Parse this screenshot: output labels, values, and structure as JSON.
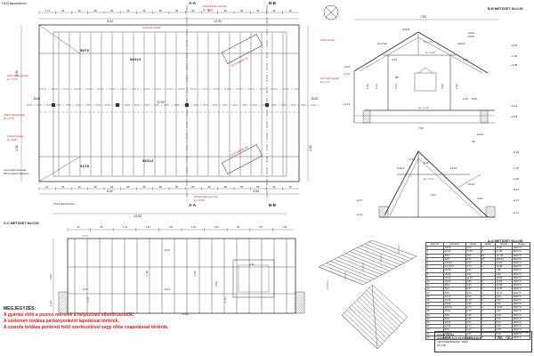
{
  "plan": {
    "top_label_left": "15/15 talpszelemen",
    "section_a": "A-A",
    "section_b": "B-B",
    "section_c": "C-C",
    "top_dims": [
      "17.5",
      "95",
      "95",
      "95",
      "95",
      "85",
      "85",
      "85",
      "85",
      "85",
      "85",
      "85",
      "85",
      "85",
      "95",
      "95"
    ],
    "top_dim_total": "8.52",
    "top_dim_right": "12.92",
    "dim_inner": "12.92",
    "tag_top_left": "59/76",
    "tag_top_mid": "94/114",
    "tag_bottom_left": "51/78",
    "tag_bottom_mid": "94/114",
    "szelemen_top": "szelemen toldás",
    "tokajbol": "18/28 kiváltó gerenda",
    "tokaj_elev": "áv.:+5,04",
    "note_left1": "12/12 talpszelemen",
    "note_left1b": "áv.:+7,00",
    "note_left2": "2x5/13 tartófogópár",
    "note_left2b": "áv.:+7,00",
    "note_left3": "2x5/13 fogópár",
    "note_left3b": "áv.:+5,87",
    "note_right1": "15/15 oszlop",
    "note_right2": "2x7,5/13 fogópár",
    "note_right2b": "áv.:+7,0",
    "kiv_label1": "TETŐSÍKABLAK",
    "kiv_label2": "TETŐSÍKABLAK",
    "bottom_note1": "megnyújtott meneteke",
    "bottom_note2": "300 cm kézőr elhelyezve",
    "bottom_dims": [
      "24",
      "95",
      "95",
      "95",
      "95",
      "85",
      "85",
      "85",
      "85",
      "85",
      "85",
      "85",
      "85",
      "85",
      "95",
      "95"
    ],
    "bottom_dim_total": "6.52",
    "bottom_dim_right": "3.94",
    "bottom_tokaj": "15/26 kiváltó gerenda",
    "bottom_tokaj_elev": "áv.:+5,04",
    "bottom_tal": "15/13 talpszelemen",
    "left_dim1": "3.94",
    "left_dim2": "3.94",
    "right_dim": "3.94",
    "dim_1353": "13.53"
  },
  "section_bb": {
    "title": "B-B METSZET M=1:50",
    "top_dim": "7.83",
    "labels": [
      "3x5/16",
      "2x7,5/13",
      "áv.:+7,07",
      "áv.:+5,87",
      "áv.:+3,13",
      "2x5/13",
      "12/12",
      "15/15"
    ],
    "dims": [
      "2.34",
      "2.10",
      "3.72",
      "1.66",
      "4.00",
      "2.74",
      "2.83",
      "0.45",
      "8.00"
    ],
    "angle": "38°",
    "elev_right": [
      "+9,62",
      "+7,30",
      "+6,28",
      "+3,13",
      "+2,63"
    ],
    "elev_left": [
      "+10,6",
      "+7,07",
      "+4,13"
    ],
    "ground": "7,80"
  },
  "section_aa": {
    "title": "A-A METSZET M=1:50",
    "labels": [
      "12/12",
      "30°",
      "5/16",
      "15/15",
      "2x5/13",
      "15/13",
      "áv.:+7,07"
    ],
    "dims": [
      "1.31",
      "3.07",
      "3.09"
    ],
    "elev_right": [
      "+9,54",
      "+7,07",
      "+6,00",
      "+5,14",
      "+4,13",
      "+3,13"
    ],
    "elev_left": [
      "+4,17",
      "+3,13"
    ]
  },
  "section_cc": {
    "title": "C-C METSZET M=1:50",
    "top_dims": [
      "95",
      "95",
      "1.02",
      "1.02",
      "1.00",
      "1.04",
      "1.00",
      "95",
      "85",
      "3.49"
    ],
    "elevs": [
      "+7,07",
      "+6,13",
      "+4,17",
      "+3,13",
      "+2,63"
    ],
    "left_dims": [
      "3.94",
      "1.23"
    ],
    "inner_dims": [
      "1.38",
      "1.52",
      "2.06",
      "1.74",
      "1.13",
      "4.11"
    ]
  },
  "notes": {
    "header": "MEGJEGYZÉS:",
    "lines": [
      "A gyártás előtt a pontos méretek a helyszínen ellenőrizendők!",
      "A szelemen toldása párkányonként lapolással történik.",
      "A szarufa toldása ponténél felül szerkezetével vagy ollós csapolással történik."
    ]
  },
  "table": {
    "headers": [
      "Elem ID",
      "Keresztm.",
      "Hossz",
      "Darab",
      "Összes",
      "Anyag"
    ],
    "rows": [
      [
        "1",
        "15/15",
        "3,00",
        "4",
        "12,00",
        "FENYŐ"
      ],
      [
        "2",
        "12/12",
        "13,53",
        "2",
        "27,06",
        "FENYŐ"
      ],
      [
        "3",
        "5/16",
        "6,52",
        "18",
        "117,36",
        "FENYŐ"
      ],
      [
        "4",
        "5/16",
        "8,52",
        "18",
        "153,36",
        "FENYŐ"
      ],
      [
        "5",
        "2x5/13",
        "4,00",
        "6",
        "24,00",
        "FENYŐ"
      ],
      [
        "6",
        "2x7,5/13",
        "3,72",
        "4",
        "14,88",
        "FENYŐ"
      ],
      [
        "7",
        "18/28",
        "3,94",
        "2",
        "7,88",
        "FENYŐ"
      ],
      [
        "8",
        "15/26",
        "3,94",
        "1",
        "3,94",
        "FENYŐ"
      ],
      [
        "9",
        "15/13",
        "12,92",
        "2",
        "25,84",
        "FENYŐ"
      ],
      [
        "10",
        "15/15",
        "2,83",
        "6",
        "16,98",
        "FENYŐ"
      ],
      [
        "11",
        "5/16",
        "1,31",
        "8",
        "10,48",
        "FENYŐ"
      ],
      [
        "12",
        "5/16",
        "3,07",
        "8",
        "24,56",
        "FENYŐ"
      ],
      [
        "13",
        "5/16",
        "3,09",
        "8",
        "24,72",
        "FENYŐ"
      ],
      [
        "14",
        "12/12",
        "2,34",
        "4",
        "9,36",
        "FENYŐ"
      ],
      [
        "15",
        "12/12",
        "2,10",
        "4",
        "8,40",
        "FENYŐ"
      ],
      [
        "16",
        "15/15",
        "1,66",
        "4",
        "6,64",
        "FENYŐ"
      ],
      [
        "17",
        "2x5/13",
        "2,74",
        "4",
        "10,96",
        "FENYŐ"
      ],
      [
        "18",
        "15/13",
        "0,45",
        "4",
        "1,80",
        "FENYŐ"
      ],
      [
        "19",
        "5/16",
        "1,38",
        "6",
        "8,28",
        "FENYŐ"
      ],
      [
        "20",
        "5/16",
        "1,52",
        "6",
        "9,12",
        "FENYŐ"
      ],
      [
        "21",
        "15/15",
        "2,06",
        "4",
        "8,24",
        "FENYŐ"
      ],
      [
        "22",
        "12/12",
        "1,74",
        "4",
        "6,96",
        "FENYŐ"
      ],
      [
        "23",
        "5/16",
        "1,13",
        "6",
        "6,78",
        "FENYŐ"
      ],
      [
        "24",
        "2x5/13",
        "4,11",
        "2",
        "8,22",
        "FENYŐ"
      ],
      [
        "25",
        "15/15",
        "1,23",
        "4",
        "4,92",
        "FENYŐ"
      ]
    ]
  },
  "titleblock": {
    "line1": "Építési munka",
    "line2": "BÁDOGOS-ÁCS TETŐSZERKEZET",
    "line3": "TETŐSZERKEZETI TERV",
    "line4": "M=1:50",
    "signature": "Sz. Ák."
  },
  "colors": {
    "line": "#333333",
    "red": "#cc2222",
    "light": "#999999",
    "hatch": "#666666"
  }
}
